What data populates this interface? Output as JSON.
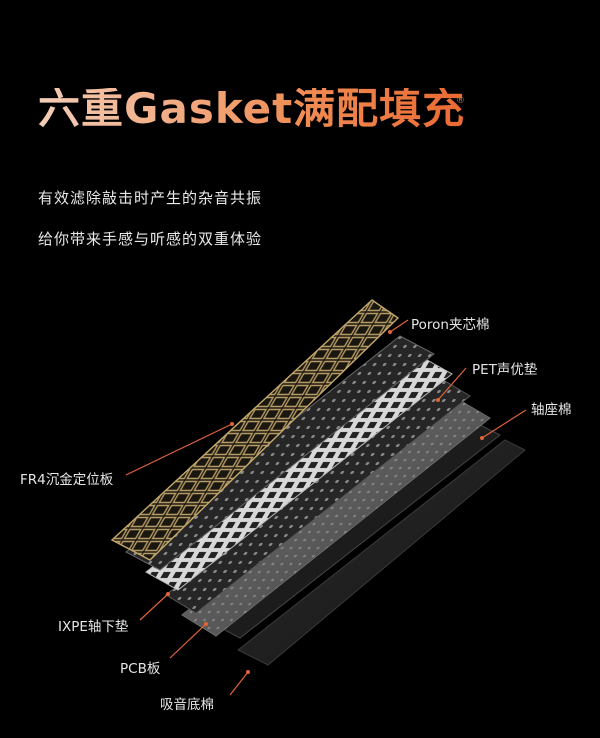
{
  "title": "六重Gasket满配填充",
  "registered_mark": "®",
  "subtitle_lines": [
    "有效滤除敲击时产生的杂音共振",
    "给你带来手感与听感的双重体验"
  ],
  "layers": [
    "Poron夹芯棉",
    "PET声优垫",
    "轴座棉",
    "FR4沉金定位板",
    "IXPE轴下垫",
    "PCB板",
    "吸音底棉"
  ],
  "colors": {
    "accent": "#ea6a32",
    "background": "#000000",
    "gold": "#b49a63"
  }
}
